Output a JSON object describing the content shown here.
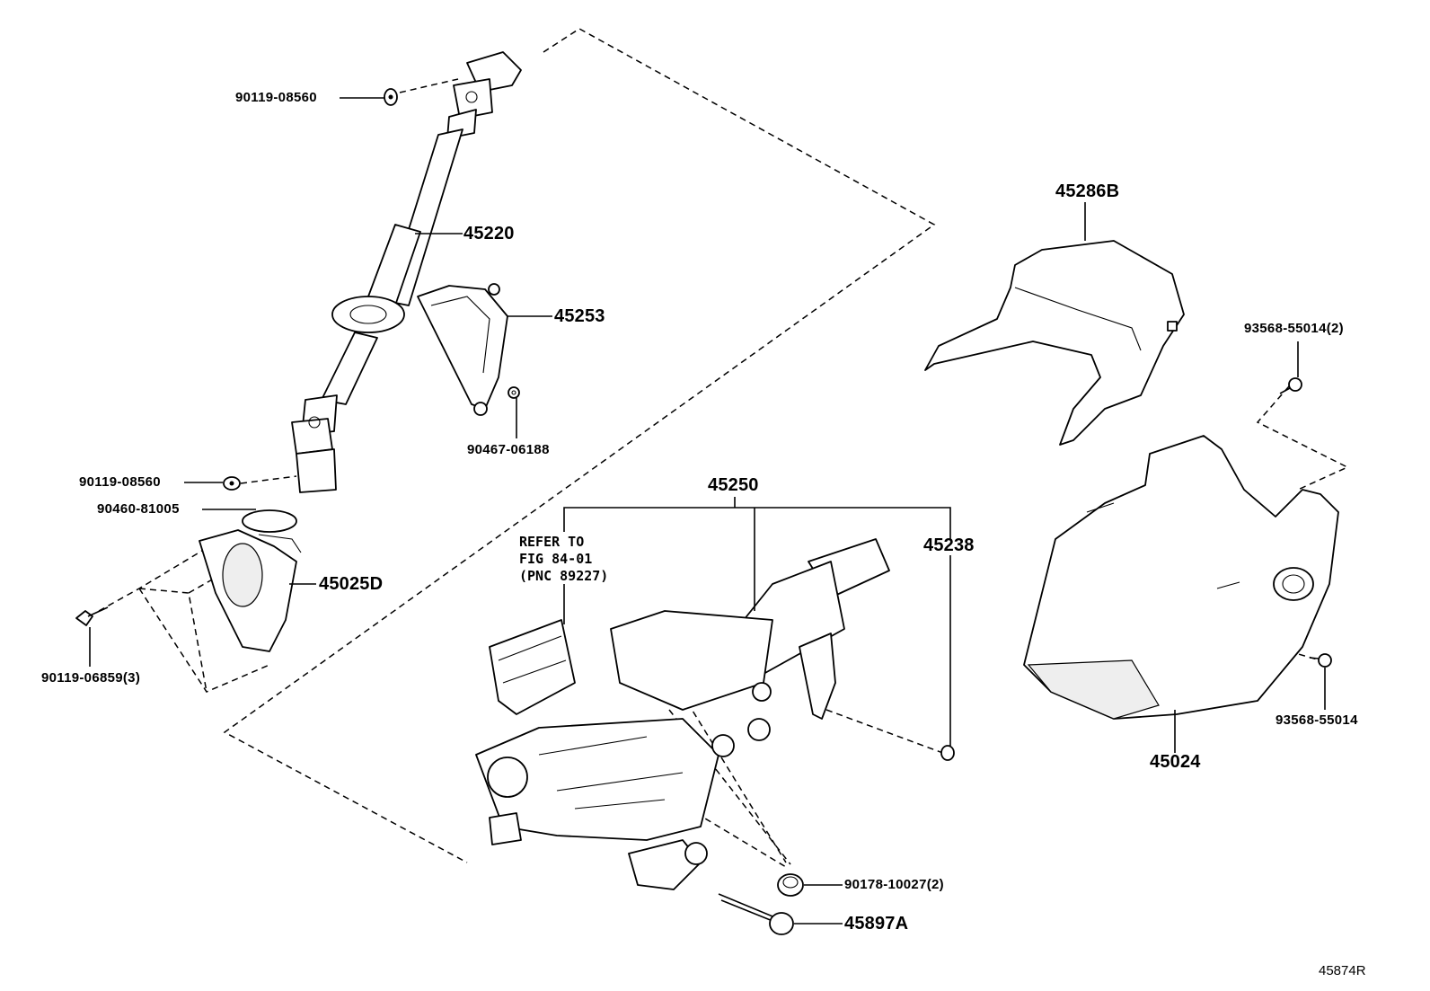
{
  "diagram": {
    "part_labels": {
      "p90119_08560_top": "90119-08560",
      "p45220": "45220",
      "p45253": "45253",
      "p90467_06188": "90467-06188",
      "p90119_08560_mid": "90119-08560",
      "p90460_81005": "90460-81005",
      "p45025D": "45025D",
      "p90119_06859": "90119-06859(3)",
      "p45250": "45250",
      "p45238": "45238",
      "p45286B": "45286B",
      "p93568_55014_2": "93568-55014(2)",
      "p93568_55014": "93568-55014",
      "p45024": "45024",
      "p90178_10027": "90178-10027(2)",
      "p45897A": "45897A"
    },
    "refer_note": {
      "line1": "REFER TO",
      "line2": "FIG 84-01",
      "line3": "(PNC 89227)"
    },
    "figure_ref": "45874R"
  }
}
